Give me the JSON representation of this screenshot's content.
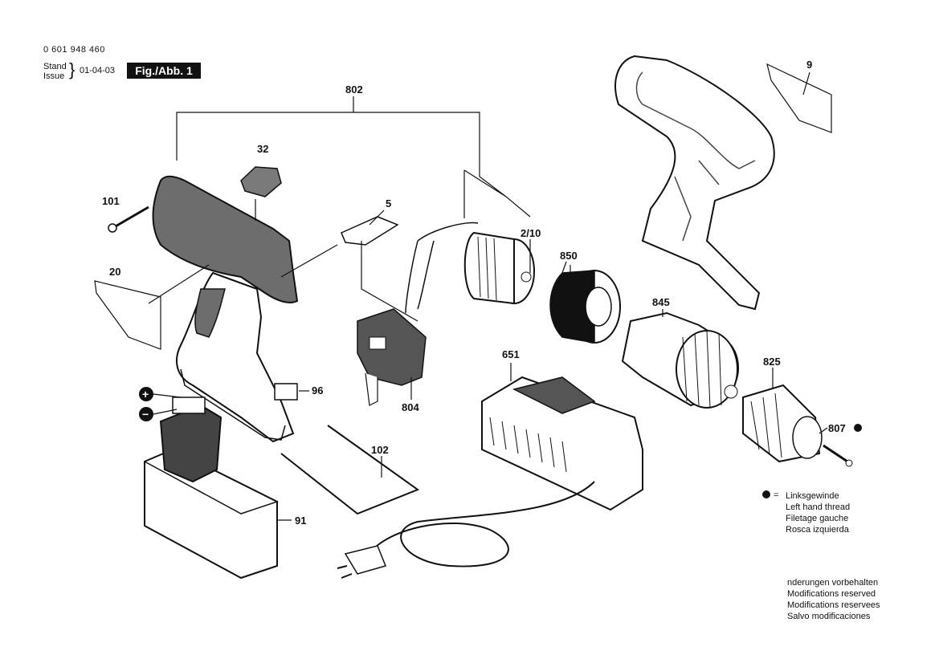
{
  "header": {
    "part_number": "0 601 948 460",
    "stand_label": "Stand",
    "issue_label": "Issue",
    "date": "01-04-03",
    "figure_label": "Fig./Abb. 1"
  },
  "callouts": {
    "c802": "802",
    "c9": "9",
    "c32": "32",
    "c101": "101",
    "c5": "5",
    "c210": "2/10",
    "c850": "850",
    "c20": "20",
    "c845": "845",
    "c651": "651",
    "c825": "825",
    "c96": "96",
    "c804": "804",
    "c807": "807",
    "c102": "102",
    "c91": "91"
  },
  "polarity": {
    "plus": "+",
    "minus": "−"
  },
  "legend": {
    "key": "= ",
    "de": "Linksgewinde",
    "en": "Left hand thread",
    "fr": "Filetage gauche",
    "es": "Rosca izquierda"
  },
  "modifications": {
    "de": "nderungen vorbehalten",
    "en": "Modifications reserved",
    "fr": "Modifications reservees",
    "es": "Salvo modificaciones"
  }
}
